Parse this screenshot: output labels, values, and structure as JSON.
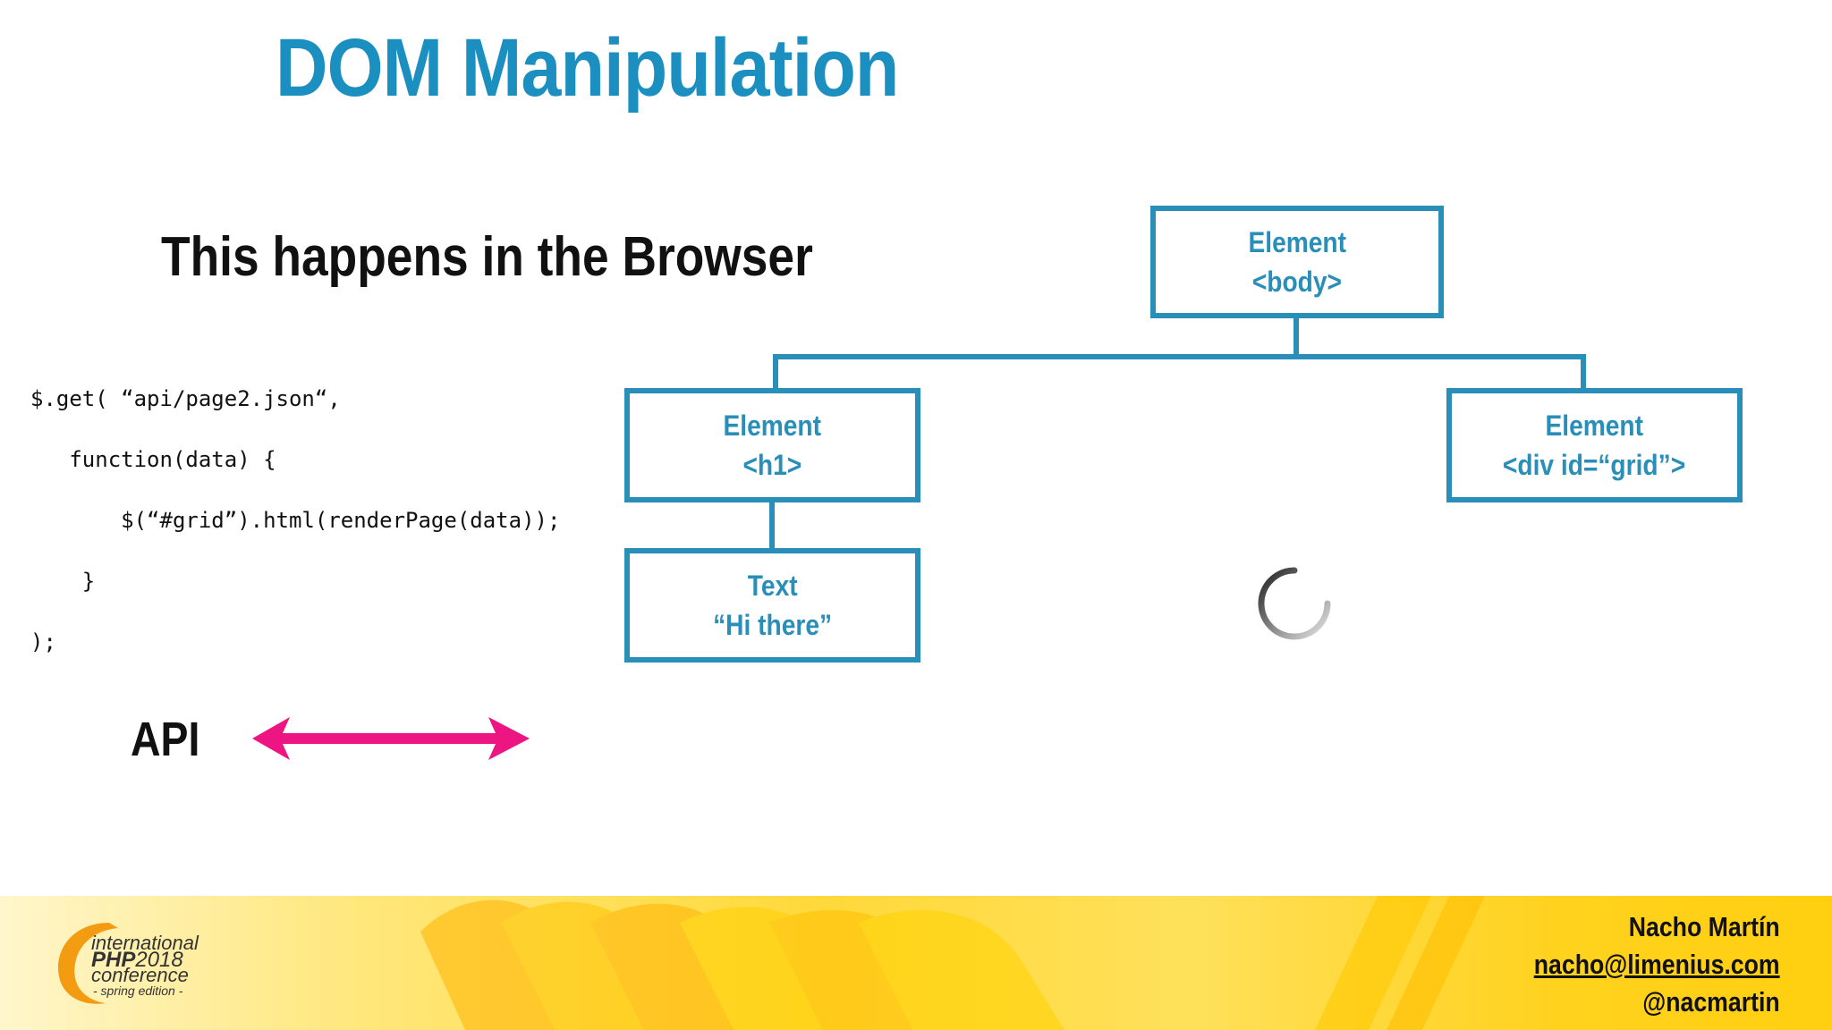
{
  "slide": {
    "title": "DOM Manipulation",
    "subtitle": "This happens in the Browser"
  },
  "code": {
    "lines": [
      "$.get( “api/page2.json“,",
      "   function(data) {",
      "       $(“#grid”).html(renderPage(data));",
      "    }",
      ");"
    ]
  },
  "api": {
    "label": "API",
    "arrow_color": "#ec1582"
  },
  "dom_tree": {
    "accent_color": "#2a8fb8",
    "nodes": {
      "body": {
        "type": "Element",
        "tag": "<body>"
      },
      "h1": {
        "type": "Element",
        "tag": "<h1>"
      },
      "div": {
        "type": "Element",
        "tag": "<div id=“grid”>"
      },
      "text": {
        "type": "Text",
        "value": "“Hi there”"
      }
    },
    "loading_indicator": "spinner-icon"
  },
  "footer": {
    "conference": {
      "line1": "international",
      "php": "PHP",
      "year": "2018",
      "line3": "conference",
      "edition": "- spring edition -"
    },
    "speaker": {
      "name": "Nacho Martín",
      "email": "nacho@limenius.com",
      "handle": "@nacmartin"
    }
  }
}
